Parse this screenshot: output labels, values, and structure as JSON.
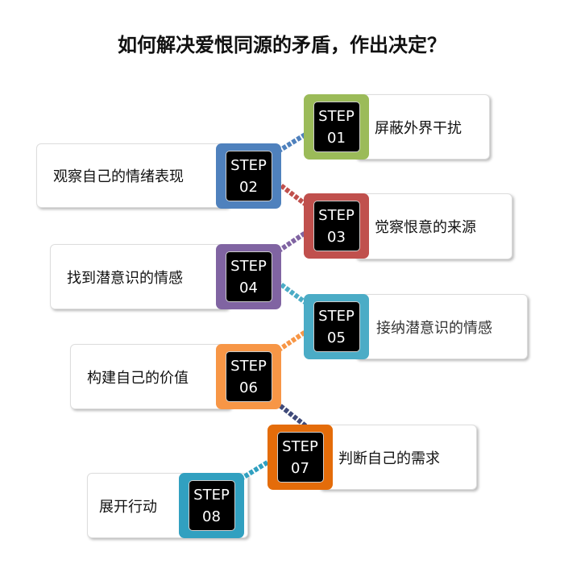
{
  "title": "如何解决爱恨同源的矛盾，作出决定？",
  "steps": [
    {
      "label": "STEP",
      "num": "01",
      "text": "屏蔽外界干扰",
      "color": "#9bbb59"
    },
    {
      "label": "STEP",
      "num": "02",
      "text": "观察自己的情绪表现",
      "color": "#4f81bd"
    },
    {
      "label": "STEP",
      "num": "03",
      "text": "觉察恨意的来源",
      "color": "#c0504d"
    },
    {
      "label": "STEP",
      "num": "04",
      "text": "找到潜意识的情感",
      "color": "#8064a2"
    },
    {
      "label": "STEP",
      "num": "05",
      "text": "接纳潜意识的情感",
      "color": "#4bacc6"
    },
    {
      "label": "STEP",
      "num": "06",
      "text": "构建自己的价值",
      "color": "#f79646"
    },
    {
      "label": "STEP",
      "num": "07",
      "text": "判断自己的需求",
      "color": "#e46c0a"
    },
    {
      "label": "STEP",
      "num": "08",
      "text": "展开行动",
      "color": "#31a0c0"
    }
  ],
  "connector_colors": [
    "#4f81bd",
    "#c0504d",
    "#8064a2",
    "#4bacc6",
    "#f79646",
    "#3f4a7a",
    "#31a0c0"
  ]
}
